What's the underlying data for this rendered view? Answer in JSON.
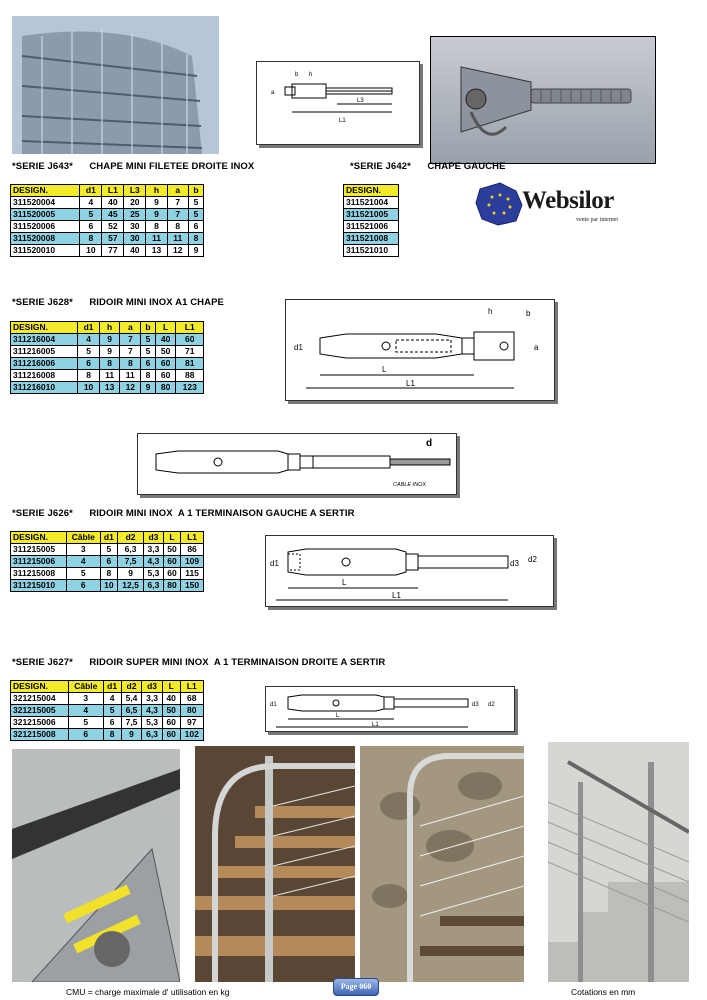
{
  "colors": {
    "header_yellow": "#f3ea2a",
    "row_blue": "#8fd2e4"
  },
  "sections": {
    "j643": {
      "title": "*SERIE J643*      CHAPE MINI FILETEE DROITE INOX",
      "headers": [
        "DESIGN.",
        "d1",
        "L1",
        "L3",
        "h",
        "a",
        "b"
      ],
      "rows": [
        [
          "311520004",
          "4",
          "40",
          "20",
          "9",
          "7",
          "5"
        ],
        [
          "311520005",
          "5",
          "45",
          "25",
          "9",
          "7",
          "5"
        ],
        [
          "311520006",
          "6",
          "52",
          "30",
          "8",
          "8",
          "6"
        ],
        [
          "311520008",
          "8",
          "57",
          "30",
          "11",
          "11",
          "8"
        ],
        [
          "311520010",
          "10",
          "77",
          "40",
          "13",
          "12",
          "9"
        ]
      ]
    },
    "j642": {
      "title": "*SERIE J642*      CHAPE GAUCHE",
      "headers": [
        "DESIGN."
      ],
      "rows": [
        [
          "311521004"
        ],
        [
          "311521005"
        ],
        [
          "311521006"
        ],
        [
          "311521008"
        ],
        [
          "311521010"
        ]
      ]
    },
    "j628": {
      "title": "*SERIE J628*      RIDOIR MINI INOX A1 CHAPE",
      "headers": [
        "DESIGN.",
        "d1",
        "h",
        "a",
        "b",
        "L",
        "L1"
      ],
      "rows": [
        [
          "311216004",
          "4",
          "9",
          "7",
          "5",
          "40",
          "60"
        ],
        [
          "311216005",
          "5",
          "9",
          "7",
          "5",
          "50",
          "71"
        ],
        [
          "311216006",
          "6",
          "8",
          "8",
          "6",
          "60",
          "81"
        ],
        [
          "311216008",
          "8",
          "11",
          "11",
          "8",
          "60",
          "88"
        ],
        [
          "311216010",
          "10",
          "13",
          "12",
          "9",
          "80",
          "123"
        ]
      ]
    },
    "j626": {
      "title": "*SERIE J626*      RIDOIR MINI INOX  A 1 TERMINAISON GAUCHE A SERTIR",
      "headers": [
        "DESIGN.",
        "Câble",
        "d1",
        "d2",
        "d3",
        "L",
        "L1"
      ],
      "rows": [
        [
          "311215005",
          "3",
          "5",
          "6,3",
          "3,3",
          "50",
          "86"
        ],
        [
          "311215006",
          "4",
          "6",
          "7,5",
          "4,3",
          "60",
          "109"
        ],
        [
          "311215008",
          "5",
          "8",
          "9",
          "5,3",
          "60",
          "115"
        ],
        [
          "311215010",
          "6",
          "10",
          "12,5",
          "6,3",
          "80",
          "150"
        ]
      ]
    },
    "j627": {
      "title": "*SERIE J627*      RIDOIR SUPER MINI INOX  A 1 TERMINAISON DROITE A SERTIR",
      "headers": [
        "DESIGN.",
        "Câble",
        "d1",
        "d2",
        "d3",
        "L",
        "L1"
      ],
      "rows": [
        [
          "321215004",
          "3",
          "4",
          "5,4",
          "3,3",
          "40",
          "68"
        ],
        [
          "321215005",
          "4",
          "5",
          "6,5",
          "4,3",
          "50",
          "80"
        ],
        [
          "321215006",
          "5",
          "6",
          "7,5",
          "5,3",
          "60",
          "97"
        ],
        [
          "321215008",
          "6",
          "8",
          "9",
          "6,3",
          "60",
          "102"
        ]
      ]
    }
  },
  "diagram_labels": {
    "d1": "d1",
    "d2": "d2",
    "d3": "d3",
    "h": "h",
    "a": "a",
    "b": "b",
    "L": "L",
    "L1": "L1",
    "L3": "L3",
    "d": "d",
    "cable": "CABLE INOX"
  },
  "logo": {
    "name": "Websilor",
    "tagline": "vente par internet"
  },
  "footer": {
    "cmu": "CMU = charge maximale d' utilisation en kg",
    "page": "Page 060",
    "units": "Cotations en mm"
  }
}
